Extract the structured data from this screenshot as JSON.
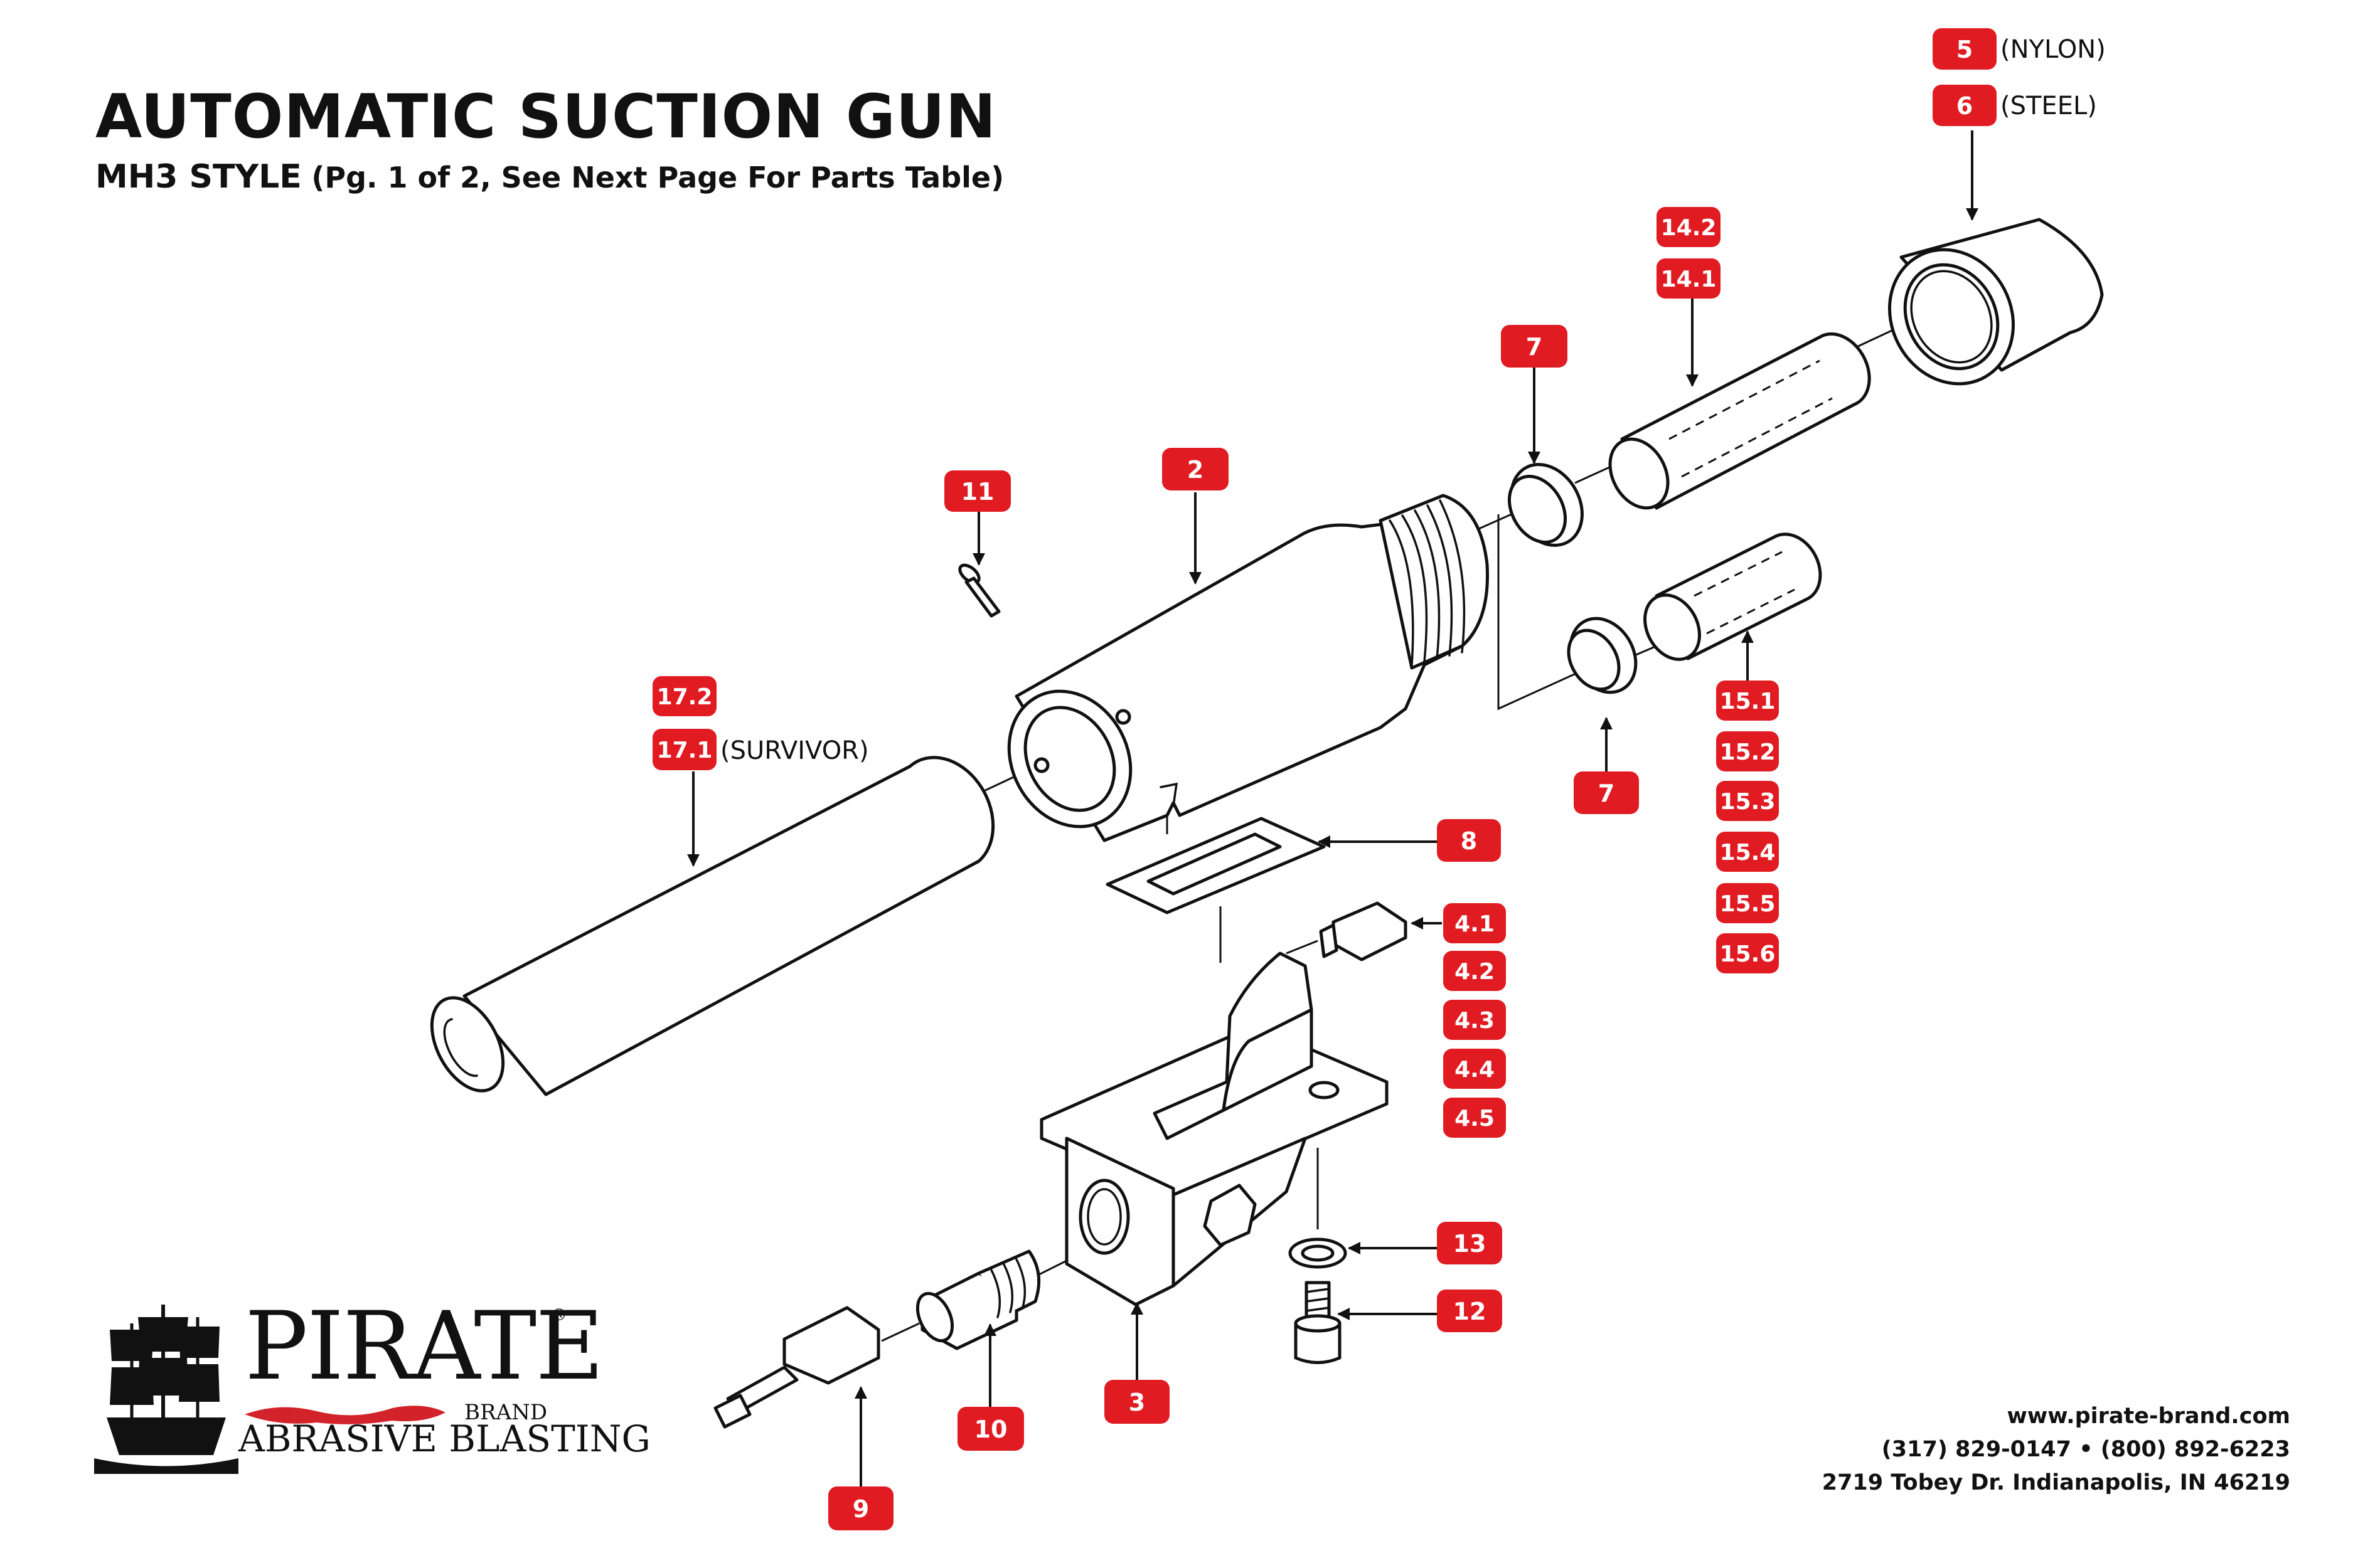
{
  "header": {
    "title": "AUTOMATIC SUCTION GUN",
    "subtitle": "MH3 STYLE",
    "subtitle_note": "(Pg. 1 of 2, See Next Page For Parts Table)"
  },
  "callouts": [
    {
      "id": "c5",
      "label": "5",
      "annotation": "(NYLON)"
    },
    {
      "id": "c6",
      "label": "6",
      "annotation": "(STEEL)"
    },
    {
      "id": "c14_2",
      "label": "14.2"
    },
    {
      "id": "c14_1",
      "label": "14.1"
    },
    {
      "id": "c7a",
      "label": "7"
    },
    {
      "id": "c11",
      "label": "11"
    },
    {
      "id": "c2",
      "label": "2"
    },
    {
      "id": "c17_2",
      "label": "17.2"
    },
    {
      "id": "c17_1",
      "label": "17.1",
      "annotation": "(SURVIVOR)"
    },
    {
      "id": "c15_1",
      "label": "15.1"
    },
    {
      "id": "c15_2",
      "label": "15.2"
    },
    {
      "id": "c15_3",
      "label": "15.3"
    },
    {
      "id": "c15_4",
      "label": "15.4"
    },
    {
      "id": "c15_5",
      "label": "15.5"
    },
    {
      "id": "c15_6",
      "label": "15.6"
    },
    {
      "id": "c7b",
      "label": "7"
    },
    {
      "id": "c8",
      "label": "8"
    },
    {
      "id": "c4_1",
      "label": "4.1"
    },
    {
      "id": "c4_2",
      "label": "4.2"
    },
    {
      "id": "c4_3",
      "label": "4.3"
    },
    {
      "id": "c4_4",
      "label": "4.4"
    },
    {
      "id": "c4_5",
      "label": "4.5"
    },
    {
      "id": "c13",
      "label": "13"
    },
    {
      "id": "c12",
      "label": "12"
    },
    {
      "id": "c3",
      "label": "3"
    },
    {
      "id": "c10",
      "label": "10"
    },
    {
      "id": "c9",
      "label": "9"
    }
  ],
  "brand": {
    "name": "PIRATE",
    "registered": "®",
    "brand_word": "BRAND",
    "tagline": "ABRASIVE BLASTING"
  },
  "contact": {
    "website": "www.pirate-brand.com",
    "phones": "(317) 829-0147 • (800) 892-6223",
    "address": "2719 Tobey Dr. Indianapolis, IN 46219"
  },
  "colors": {
    "callout_fill": "#e11b22",
    "callout_text": "#ffffff",
    "line": "#111111",
    "accent_red": "#d2232a"
  }
}
